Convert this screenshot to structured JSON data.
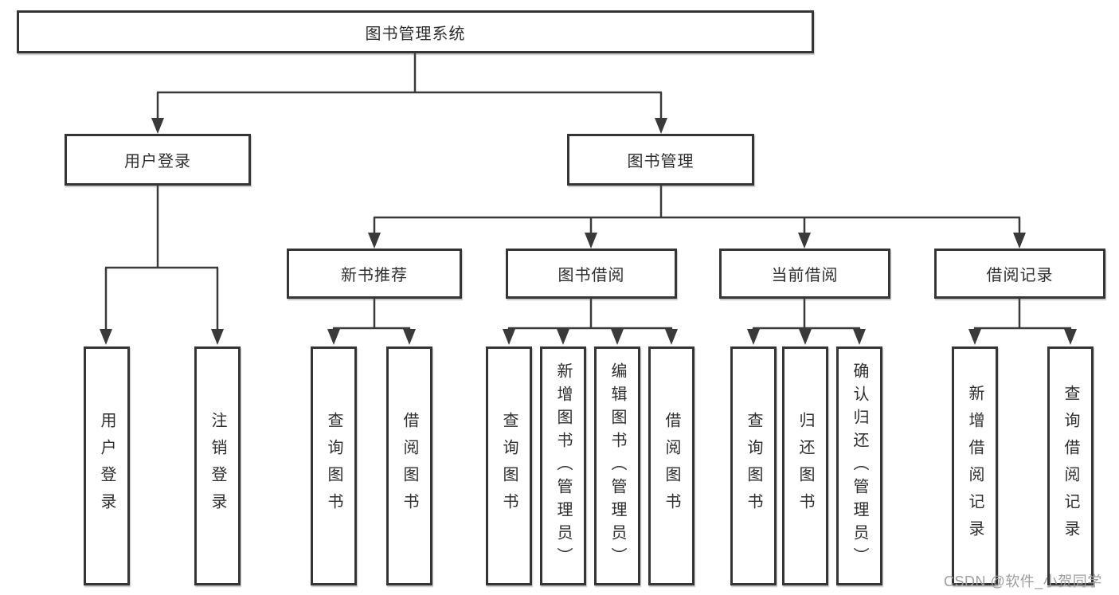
{
  "diagram": {
    "title": "图书管理系统",
    "level2": {
      "user_login": "用户登录",
      "book_management": "图书管理"
    },
    "level3": {
      "new_book_recommend": "新书推荐",
      "book_borrowing": "图书借阅",
      "current_borrowing": "当前借阅",
      "borrowing_records": "借阅记录"
    },
    "leaves": {
      "user_login": "用户登录",
      "logout": "注销登录",
      "recommend_query_book": "查询图书",
      "recommend_borrow_book": "借阅图书",
      "borrowing_query_book": "查询图书",
      "borrowing_add_book": "新增图书（管理员）",
      "borrowing_edit_book": "编辑图书（管理员）",
      "borrowing_borrow_book": "借阅图书",
      "current_query_book": "查询图书",
      "current_return_book": "归还图书",
      "current_confirm_return": "确认归还（管理员）",
      "records_add_record": "新增借阅记录",
      "records_query_record": "查询借阅记录"
    },
    "watermark": "CSDN @软件_小贺同学",
    "colors": {
      "line": "#3a3a3a",
      "text": "#2e2e2e",
      "watermark": "#9e9e9e",
      "background": "#ffffff"
    }
  }
}
